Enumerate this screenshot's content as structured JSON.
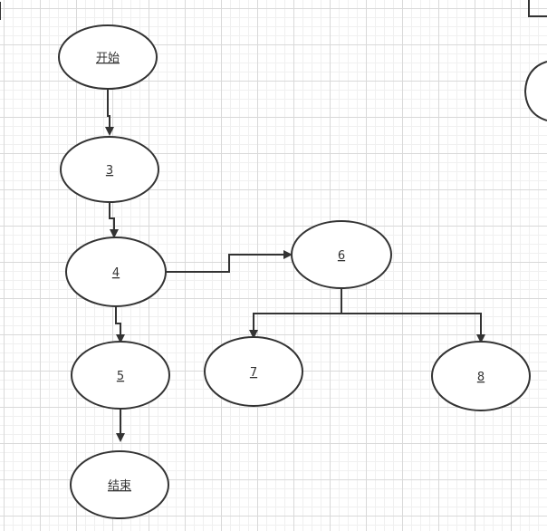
{
  "nodes": {
    "start": "开始",
    "n3": "3",
    "n4": "4",
    "n5": "5",
    "n6": "6",
    "n7": "7",
    "n8": "8",
    "end": "结束"
  },
  "colors": {
    "stroke": "#333333",
    "grid_major": "#d9d9d9",
    "grid_minor": "#f0f0f0"
  }
}
